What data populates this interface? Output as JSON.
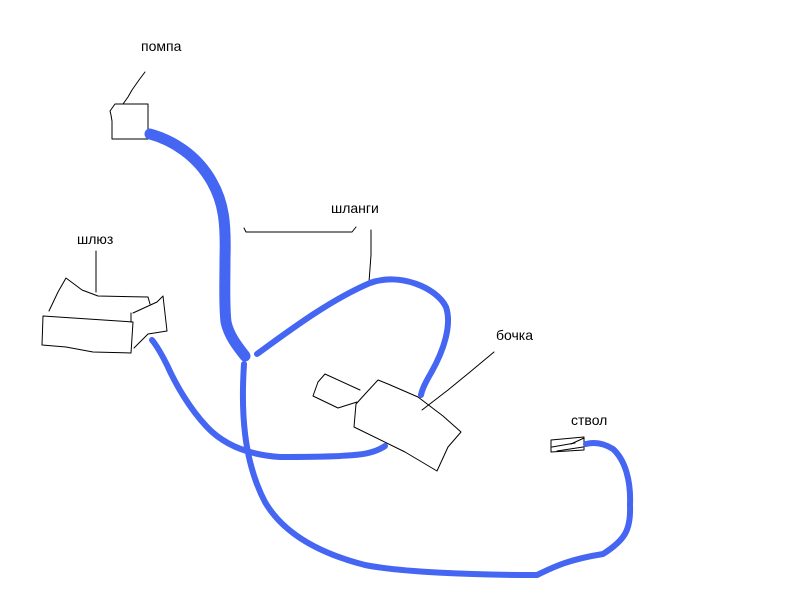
{
  "labels": {
    "pump": "помпа",
    "hoses": "шланги",
    "sluice": "шлюз",
    "barrel": "бочка",
    "nozzle": "ствол"
  },
  "colors": {
    "hose": "#4466f2",
    "ink": "#000000",
    "background": "#ffffff"
  }
}
